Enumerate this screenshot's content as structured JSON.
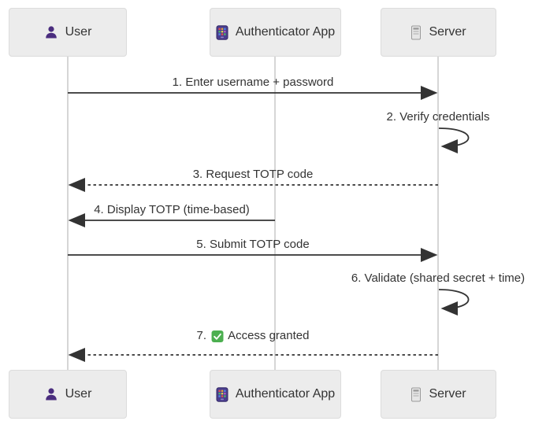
{
  "diagram": {
    "kind": "sequence-diagram",
    "topic": "TOTP two-factor authentication flow"
  },
  "actors": [
    {
      "name": "User",
      "icon": "user-person-icon"
    },
    {
      "name": "Authenticator App",
      "icon": "authenticator-app-icon"
    },
    {
      "name": "Server",
      "icon": "server-icon"
    }
  ],
  "messages": [
    {
      "label": "1. Enter username + password",
      "from": "User",
      "to": "Server",
      "style": "solid"
    },
    {
      "label": "2. Verify credentials",
      "from": "Server",
      "to": "Server",
      "style": "self-loop"
    },
    {
      "label": "3. Request TOTP code",
      "from": "Server",
      "to": "User",
      "style": "dashed"
    },
    {
      "label": "4. Display TOTP (time-based)",
      "from": "Authenticator App",
      "to": "User",
      "style": "solid"
    },
    {
      "label": "5. Submit TOTP code",
      "from": "User",
      "to": "Server",
      "style": "solid"
    },
    {
      "label": "6. Validate (shared secret + time)",
      "from": "Server",
      "to": "Server",
      "style": "self-loop"
    },
    {
      "label_prefix": "7.",
      "icon": "check-icon",
      "label_suffix": "Access granted",
      "from": "Server",
      "to": "User",
      "style": "dashed"
    }
  ],
  "colors": {
    "background": "#ffffff",
    "actor_fill": "#ececec",
    "actor_border": "#dcdcdc",
    "text": "#333333",
    "arrow": "#333333",
    "lifeline": "#cccccc",
    "icon_purple": "#4a2d7e",
    "app_icon_body": "#4a3d8f",
    "check_green": "#4caf50"
  }
}
